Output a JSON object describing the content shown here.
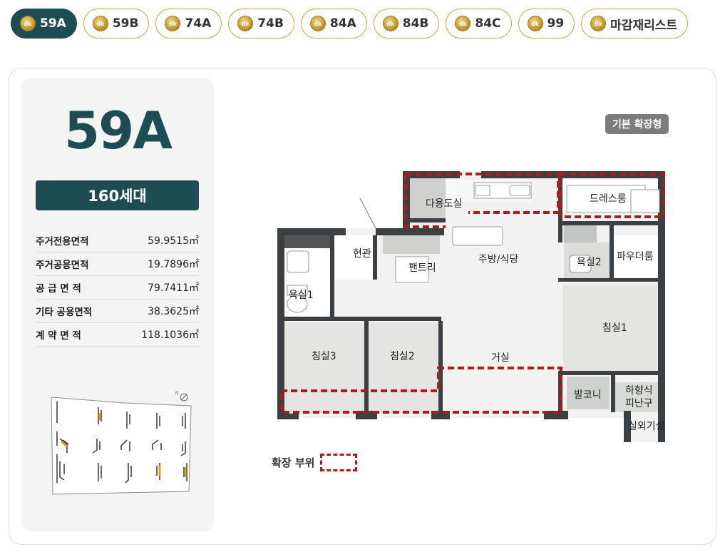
{
  "tabs": [
    {
      "label": "59A",
      "active": true
    },
    {
      "label": "59B"
    },
    {
      "label": "74A"
    },
    {
      "label": "74B"
    },
    {
      "label": "84A"
    },
    {
      "label": "84B"
    },
    {
      "label": "84C"
    },
    {
      "label": "99"
    },
    {
      "label": "마감재리스트"
    }
  ],
  "badge_text": "dk",
  "unit": {
    "type": "59A",
    "households": "160세대",
    "areas": [
      {
        "label": "주거전용면적",
        "value": "59.9515㎡"
      },
      {
        "label": "주거공용면적",
        "value": "19.7896㎡"
      },
      {
        "label": "공 급 면 적",
        "value": "79.7411㎡"
      },
      {
        "label": "기타 공용면적",
        "value": "38.3625㎡"
      },
      {
        "label": "계 약 면 적",
        "value": "118.1036㎡"
      }
    ]
  },
  "plan": {
    "tag": "기본 확장형",
    "rooms": {
      "dress": "드레스룸",
      "multi": "다용도실",
      "kitchen": "주방/식당",
      "entrance": "현관",
      "pantry": "팬트리",
      "bath1": "욕실1",
      "bath2": "욕실2",
      "powder": "파우더룸",
      "bed1": "침실1",
      "bed2": "침실2",
      "bed3": "침실3",
      "living": "거실",
      "balcony": "발코니",
      "evac1": "하향식",
      "evac2": "피난구",
      "outdoor": "실외기실"
    },
    "legend": "확장 부위"
  },
  "colors": {
    "brand": "#1e4c53",
    "gold": "#c8a64e",
    "expansion": "#b11a1a",
    "wall": "#3d4042"
  }
}
